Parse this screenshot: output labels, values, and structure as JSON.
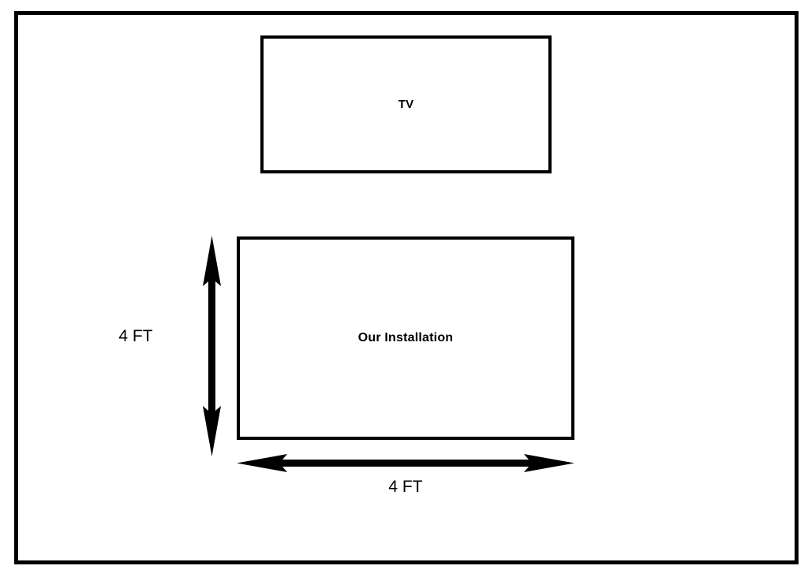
{
  "diagram": {
    "tv_box": {
      "label": "TV"
    },
    "installation_box": {
      "label": "Our Installation"
    },
    "vertical_dimension": {
      "label": "4 FT"
    },
    "horizontal_dimension": {
      "label": "4 FT"
    },
    "colors": {
      "line": "#000000",
      "background": "#ffffff"
    }
  }
}
